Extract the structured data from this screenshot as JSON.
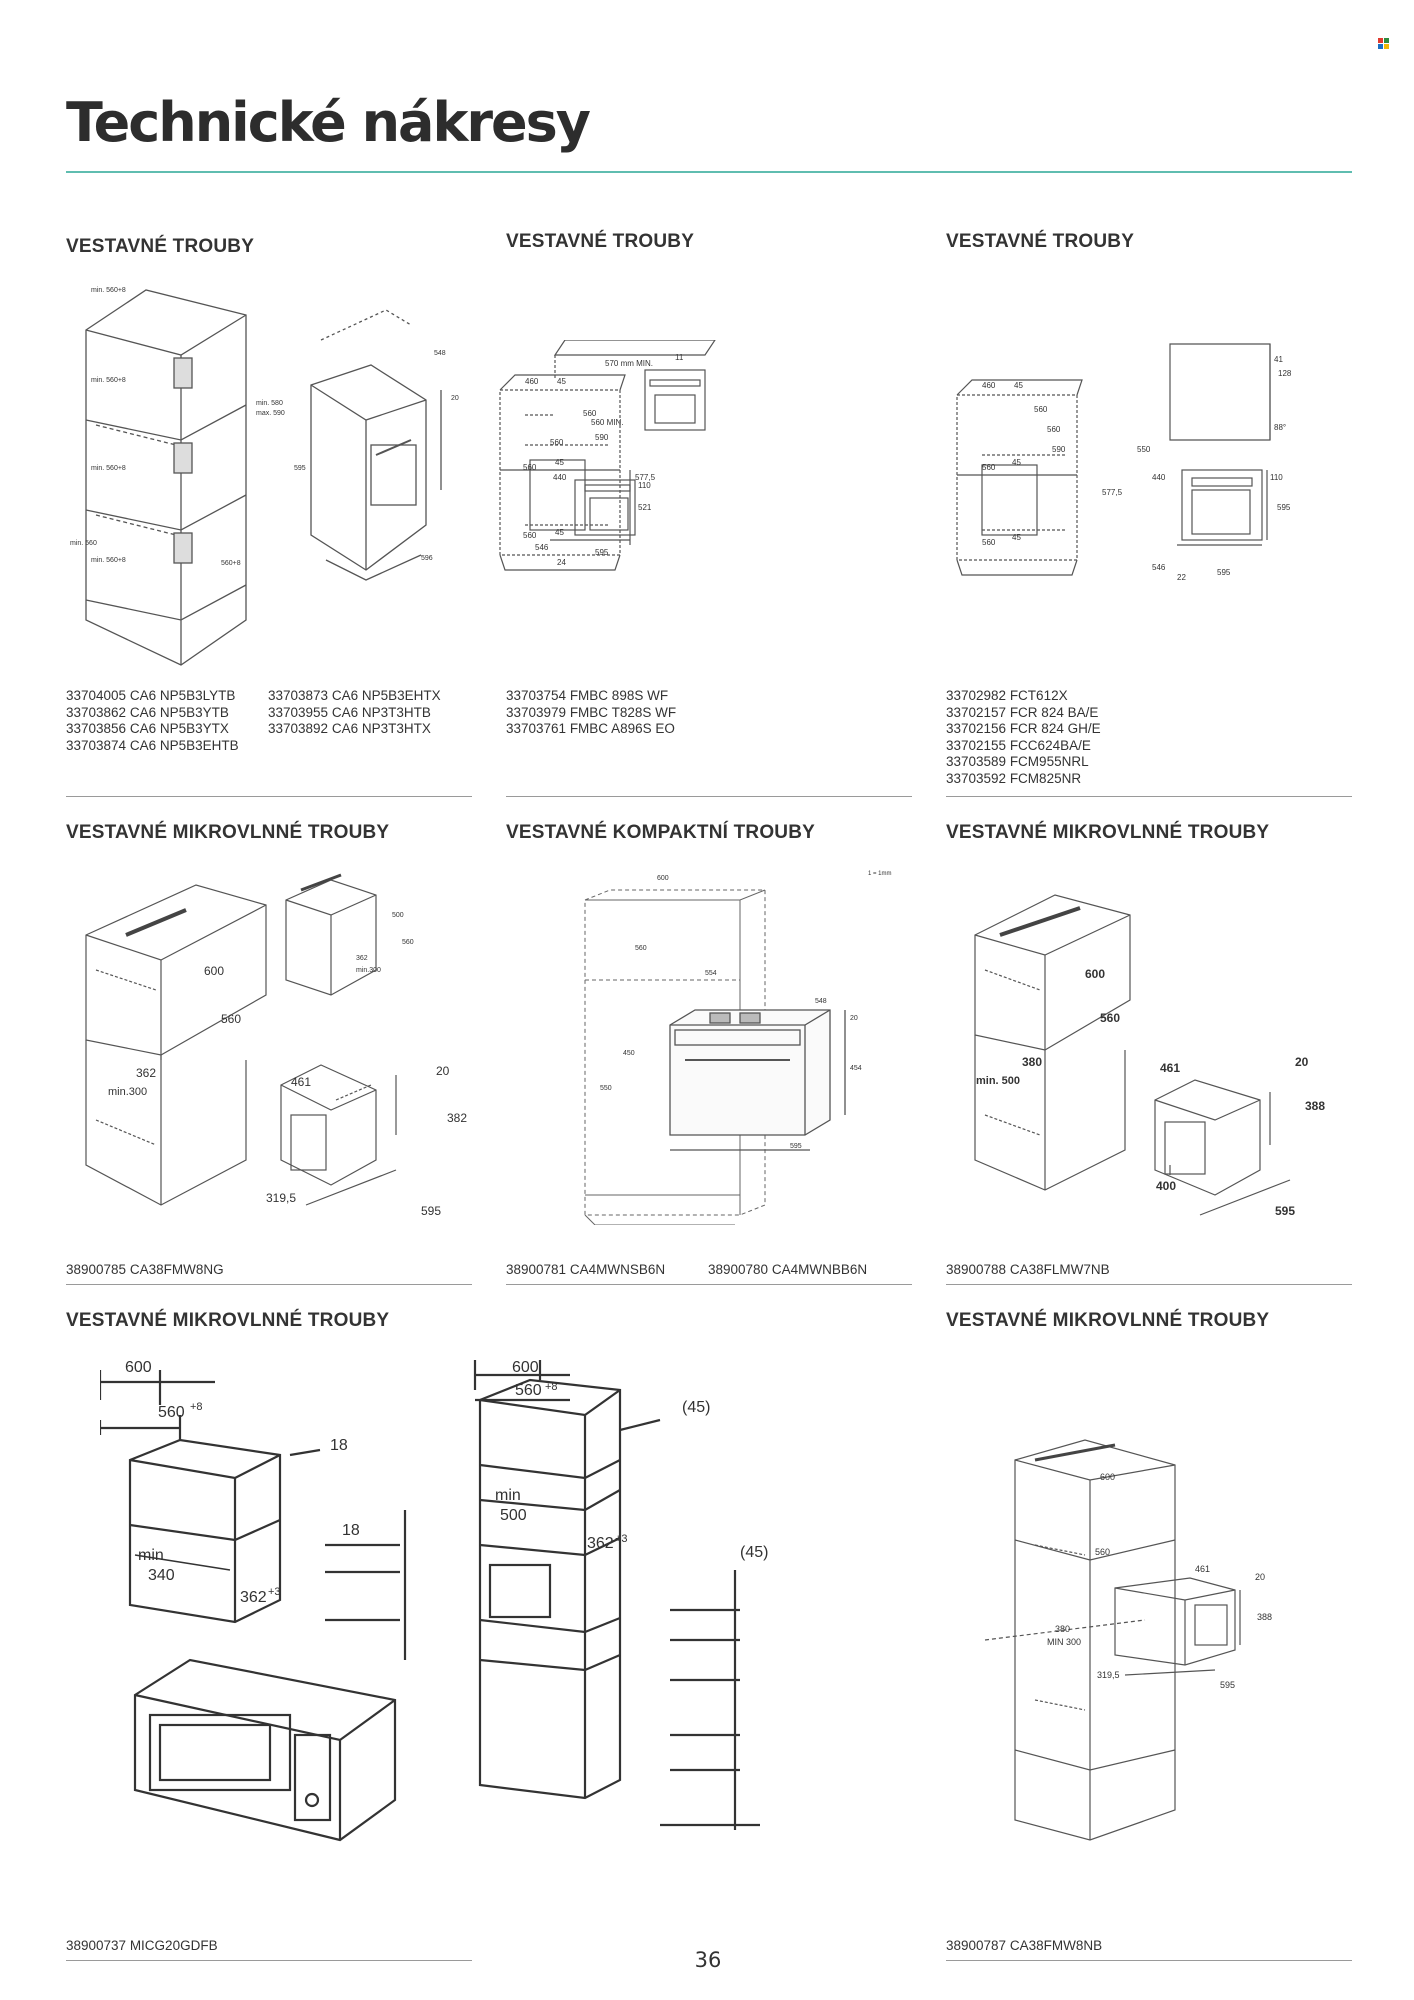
{
  "page": {
    "title": "Technické nákresy",
    "page_number": "36",
    "brand_colors": [
      "#e03a2f",
      "#2e8b3d",
      "#1b6fc2",
      "#f2b705"
    ],
    "accent_color": "#5fbdb0"
  },
  "sections": [
    {
      "title": "VESTAVNÉ TROUBY",
      "codes_left": [
        "33704005 CA6 NP5B3LYTB",
        "33703862 CA6 NP5B3YTB",
        "33703856 CA6 NP5B3YTX",
        "33703874 CA6 NP5B3EHTB"
      ],
      "codes_right": [
        "33703873 CA6 NP5B3EHTX",
        "33703955 CA6 NP3T3HTB",
        "33703892 CA6 NP3T3HTX"
      ],
      "dims": [
        "min. 560+8",
        "min. 560+8",
        "min. 560+8",
        "min. 560+8",
        "min. 560",
        "min. 580",
        "max. 590",
        "548",
        "20",
        "595",
        "596",
        "560+8"
      ]
    },
    {
      "title": "VESTAVNÉ TROUBY",
      "codes_left": [
        "33703754 FMBC 898S WF",
        "33703979 FMBC T828S WF",
        "33703761 FMBC A896S EO"
      ],
      "dims": [
        "460",
        "45",
        "560",
        "560 MIN.",
        "590",
        "560",
        "45",
        "560",
        "45",
        "570 mm MIN.",
        "11",
        "560",
        "577,5",
        "440",
        "110",
        "521",
        "546",
        "595",
        "24"
      ]
    },
    {
      "title": "VESTAVNÉ TROUBY",
      "codes_left": [
        "33702982 FCT612X",
        "33702157 FCR 824 BA/E",
        "33702156 FCR 824 GH/E",
        "33702155 FCC624BA/E",
        "33703589 FCM955NRL",
        "33703592 FCM825NR"
      ],
      "dims": [
        "41",
        "128",
        "88°",
        "460",
        "45",
        "560",
        "560",
        "590",
        "560",
        "45",
        "550",
        "560",
        "45",
        "577,5",
        "440",
        "110",
        "595",
        "546",
        "22",
        "595"
      ]
    },
    {
      "title": "VESTAVNÉ MIKROVLNNÉ TROUBY",
      "codes_left": [
        "38900785 CA38FMW8NG"
      ],
      "dims": [
        "600",
        "560",
        "362",
        "min.300",
        "461",
        "20",
        "382",
        "319,5",
        "595",
        "500",
        "560",
        "362",
        "min.300"
      ]
    },
    {
      "title": "VESTAVNÉ KOMPAKTNÍ TROUBY",
      "codes_left": [
        "38900781 CA4MWNSB6N"
      ],
      "codes_right": [
        "38900780 CA4MWNBB6N"
      ],
      "dims": [
        "600",
        "560",
        "554",
        "450",
        "550",
        "548",
        "20",
        "454",
        "595",
        "1 = 1mm"
      ]
    },
    {
      "title": "VESTAVNÉ MIKROVLNNÉ TROUBY",
      "codes_left": [
        "38900788 CA38FLMW7NB"
      ],
      "dims": [
        "600",
        "560",
        "380",
        "min. 500",
        "461",
        "20",
        "388",
        "400",
        "595"
      ]
    },
    {
      "title": "VESTAVNÉ MIKROVLNNÉ TROUBY",
      "codes_left": [
        "38900737 MICG20GDFB"
      ],
      "dims": [
        "600",
        "560",
        "+8",
        "18",
        "18",
        "min",
        "340",
        "362",
        "+3",
        "600",
        "560",
        "+8",
        "(45)",
        "min",
        "500",
        "362",
        "+3",
        "(45)"
      ]
    },
    {
      "title": "VESTAVNÉ MIKROVLNNÉ TROUBY",
      "codes_left": [
        "38900787 CA38FMW8NB"
      ],
      "dims": [
        "600",
        "560",
        "461",
        "20",
        "388",
        "380",
        "MIN 300",
        "319,5",
        "595"
      ]
    }
  ]
}
